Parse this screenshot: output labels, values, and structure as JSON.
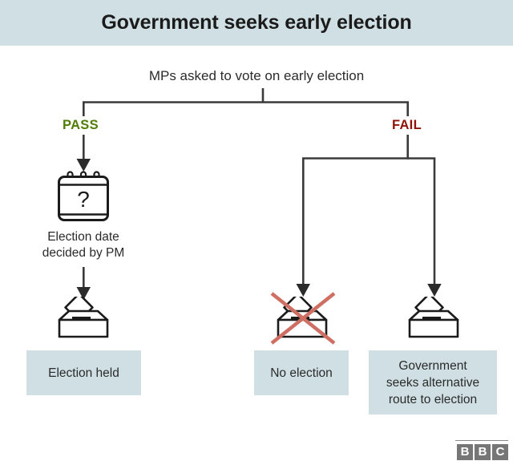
{
  "header": {
    "title": "Government seeks early election",
    "band_color": "#cfdfe3"
  },
  "flow": {
    "root": {
      "label": "MPs asked to vote on early election"
    },
    "branches": [
      {
        "key": "pass",
        "label": "PASS",
        "color": "#4f7d06"
      },
      {
        "key": "fail",
        "label": "FAIL",
        "color": "#8f1209"
      }
    ],
    "nodes": {
      "calendar": {
        "icon": "calendar-question-icon",
        "question_mark": "?",
        "caption_line1": "Election date",
        "caption_line2": "decided by PM"
      },
      "ballot_left": {
        "icon": "ballot-box-icon"
      },
      "ballot_mid": {
        "icon": "ballot-box-crossed-icon",
        "cross_color": "#cf6f63"
      },
      "ballot_right": {
        "icon": "ballot-box-icon"
      }
    },
    "outcomes": [
      {
        "key": "election-held",
        "text": "Election held"
      },
      {
        "key": "no-election",
        "text": "No election"
      },
      {
        "key": "alt-route",
        "line1": "Government",
        "line2": "seeks alternative",
        "line3": "route to election"
      }
    ],
    "connector_color": "#3a3a3a"
  },
  "footer": {
    "logo_letters": [
      "B",
      "B",
      "C"
    ],
    "logo_block_color": "#767676"
  }
}
